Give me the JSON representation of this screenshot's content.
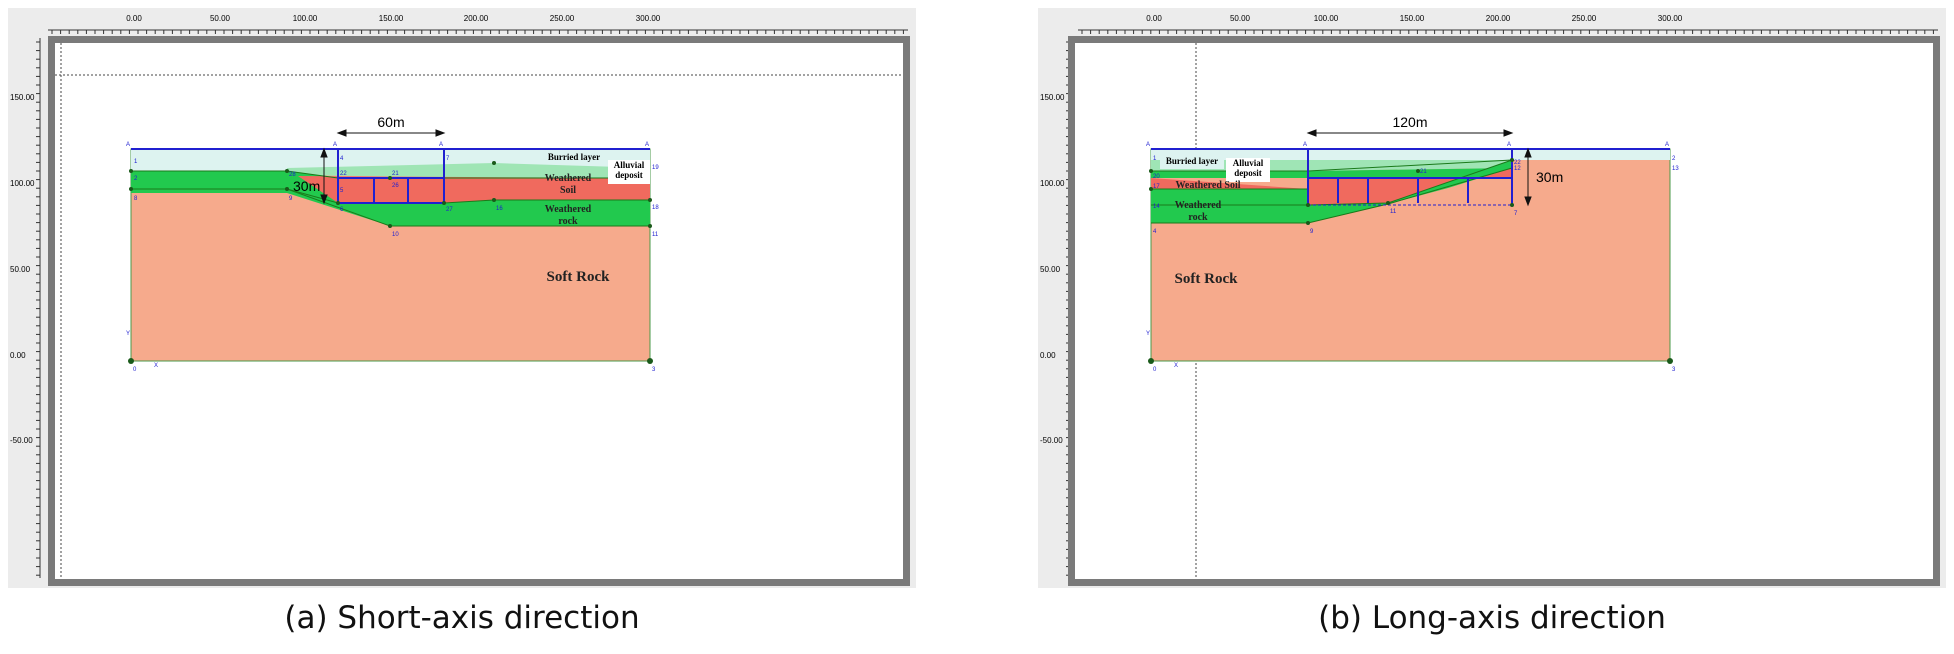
{
  "x_axis_ticks": [
    "0.00",
    "50.00",
    "100.00",
    "150.00",
    "200.00",
    "250.00",
    "300.00"
  ],
  "y_axis_ticks": [
    "150.00",
    "100.00",
    "50.00",
    "0.00",
    "-50.00"
  ],
  "panel_a": {
    "caption": "(a) Short-axis direction",
    "dimension_width": "60m",
    "dimension_depth": "30m",
    "layers": {
      "burried": "Burried layer",
      "alluvial": "Alluvial deposit",
      "weathered_soil": "Weathered Soil",
      "weathered_rock": "Weathered rock",
      "soft_rock": "Soft Rock"
    },
    "node_labels": [
      "0",
      "3",
      "1",
      "2",
      "8",
      "9",
      "10",
      "11",
      "16",
      "18",
      "19",
      "21",
      "22",
      "26",
      "27",
      "28",
      "4",
      "5",
      "6",
      "7"
    ]
  },
  "panel_b": {
    "caption": "(b) Long-axis direction",
    "dimension_width": "120m",
    "dimension_depth": "30m",
    "layers": {
      "burried": "Burried layer",
      "alluvial": "Alluvial deposit",
      "weathered_soil": "Weathered Soil",
      "weathered_rock": "Weathered rock",
      "soft_rock": "Soft Rock"
    },
    "node_labels": [
      "0",
      "3",
      "1",
      "2",
      "4",
      "7",
      "9",
      "11",
      "12",
      "13",
      "14",
      "17",
      "20",
      "21",
      "22"
    ]
  },
  "axis_letters": {
    "y": "Y",
    "x": "X",
    "a": "A"
  },
  "colors": {
    "burried": "#ddf3f0",
    "alluvial": "#9fe5b5",
    "weathered_soil": "#f06a5e",
    "weathered_rock": "#22c94e",
    "soft_rock": "#f6aa8c",
    "boundary_blue": "#2020d0",
    "frame": "#7a7a7a"
  }
}
